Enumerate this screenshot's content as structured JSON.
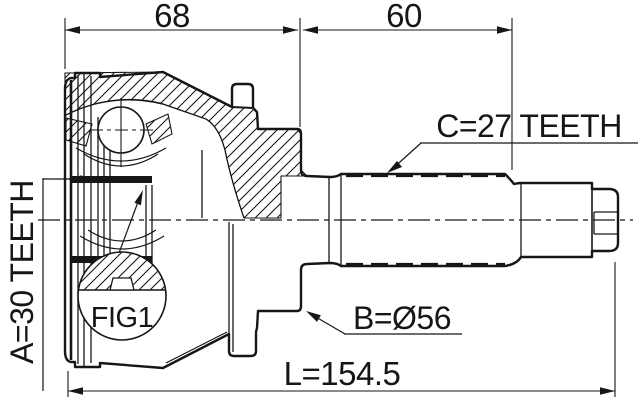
{
  "drawing": {
    "dim_top_left": "68",
    "dim_top_right": "60",
    "dim_overall_length": "L=154.5",
    "label_outer_spline": "C=27 TEETH",
    "label_body_diameter": "B=Ø56",
    "label_inner_spline": "A=30 TEETH",
    "label_detail_callout": "FIG1"
  },
  "colors": {
    "line": "#161616",
    "background": "#ffffff"
  }
}
